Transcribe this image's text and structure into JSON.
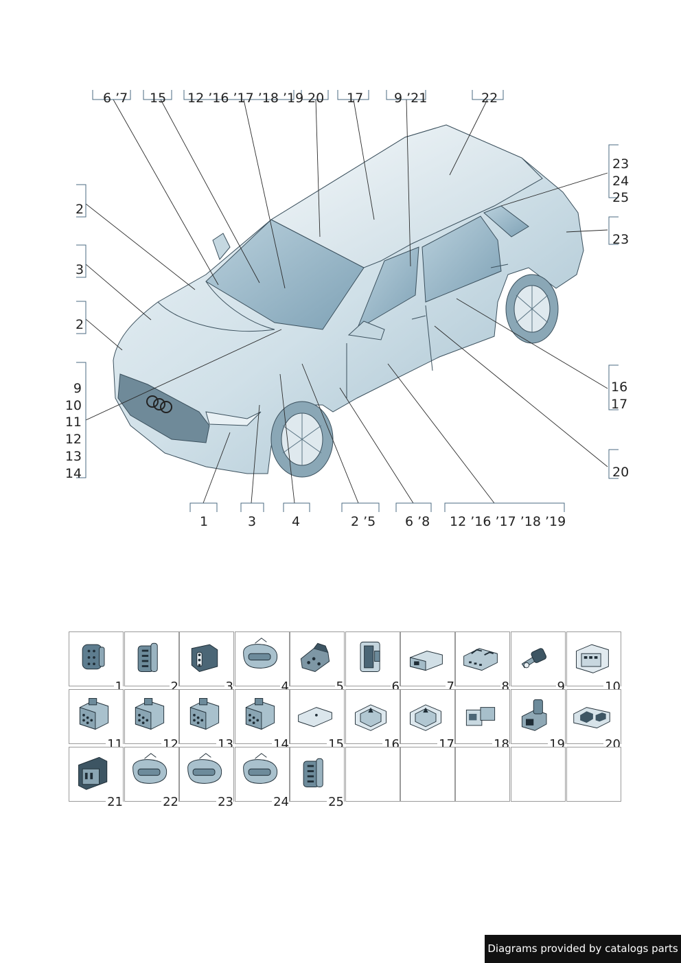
{
  "callouts": {
    "top": [
      "6 ’7",
      "15",
      "12 ’16 ’17 ’18 ’19",
      "20",
      "17",
      "9 ’21",
      "22"
    ],
    "bottom": [
      "1",
      "3",
      "4",
      "2 ’5",
      "6 ’8",
      "12 ’16 ’17 ’18 ’19"
    ],
    "left_single": [
      "2",
      "3",
      "2"
    ],
    "left_stack": [
      "9",
      "10",
      "11",
      "12",
      "13",
      "14"
    ],
    "right_stack_a": [
      "23",
      "24",
      "25"
    ],
    "right_single_a": "23",
    "right_stack_b": [
      "16",
      "17"
    ],
    "right_single_b": "20"
  },
  "connectors": [
    "1",
    "2",
    "3",
    "4",
    "5",
    "6",
    "7",
    "8",
    "9",
    "10",
    "11",
    "12",
    "13",
    "14",
    "15",
    "16",
    "17",
    "18",
    "19",
    "20",
    "21",
    "22",
    "23",
    "24",
    "25"
  ],
  "footer": {
    "text": "Diagrams provided by catalogs parts"
  },
  "colors": {
    "car_fill": "#d4e3ea",
    "car_stroke": "#3a4f5c",
    "line": "#2a2a2a",
    "bracket": "#4a6a80"
  }
}
